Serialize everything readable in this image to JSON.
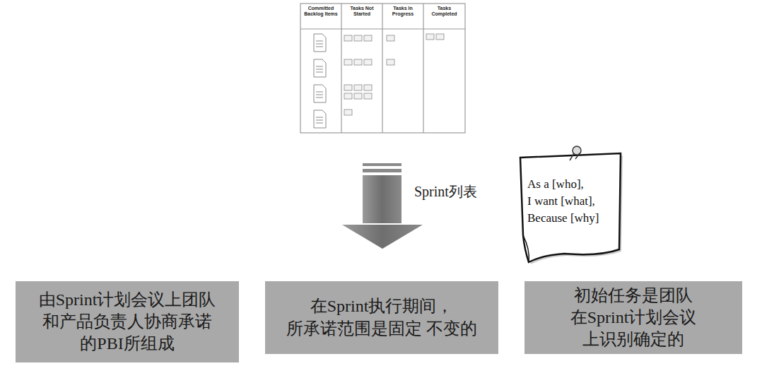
{
  "diagram": {
    "nodes": [
      {
        "text": [
          "As a [who],",
          "I want [what],",
          "Because [why]"
        ]
      },
      {
        "text": [
          "由Sprint计划会议上团队 和产品负责人协商承诺 的PBI所组成"
        ]
      },
      {
        "text": [
          "在Sprint执行期间， 所承诺范围是固定 不变的"
        ]
      },
      {
        "text": [
          "初始任务是团队 在Sprint计划会议 上识别确定的"
        ]
      }
    ],
    "labels": [
      "Committed Backlog Items",
      "Tasks Not Started",
      "Tasks In Progress",
      "Tasks Completed",
      "Sprint列表"
    ]
  }
}
